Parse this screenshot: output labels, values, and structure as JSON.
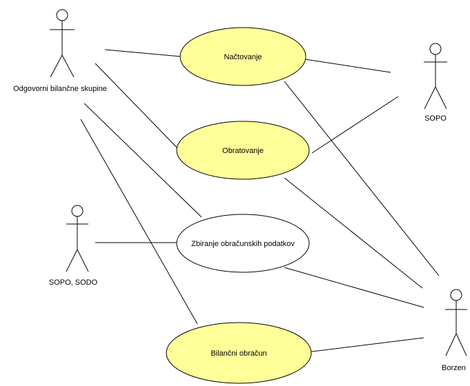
{
  "diagram": {
    "actors": [
      {
        "id": "brp",
        "label": "Odgovorni bilančne skupine"
      },
      {
        "id": "sopo",
        "label": "SOPO"
      },
      {
        "id": "sopo_sodo",
        "label": "SOPO, SODO"
      },
      {
        "id": "borzen",
        "label": "Borzen"
      }
    ],
    "use_cases": [
      {
        "id": "nactovanje",
        "label": "Načtovanje",
        "highlighted": true
      },
      {
        "id": "obratovanje",
        "label": "Obratovanje",
        "highlighted": true
      },
      {
        "id": "zbiranje",
        "label": "Zbiranje obračunskih podatkov",
        "highlighted": false
      },
      {
        "id": "bilancni",
        "label": "Bilančni obračun",
        "highlighted": true
      }
    ],
    "associations": [
      [
        "brp",
        "nactovanje"
      ],
      [
        "brp",
        "obratovanje"
      ],
      [
        "brp",
        "zbiranje"
      ],
      [
        "brp",
        "bilancni"
      ],
      [
        "sopo",
        "nactovanje"
      ],
      [
        "sopo",
        "obratovanje"
      ],
      [
        "sopo_sodo",
        "zbiranje"
      ],
      [
        "borzen",
        "nactovanje"
      ],
      [
        "borzen",
        "obratovanje"
      ],
      [
        "borzen",
        "zbiranje"
      ],
      [
        "borzen",
        "bilancni"
      ]
    ],
    "colors": {
      "highlight_fill": "#ffff99",
      "plain_fill": "#ffffff",
      "stroke": "#000000"
    }
  }
}
